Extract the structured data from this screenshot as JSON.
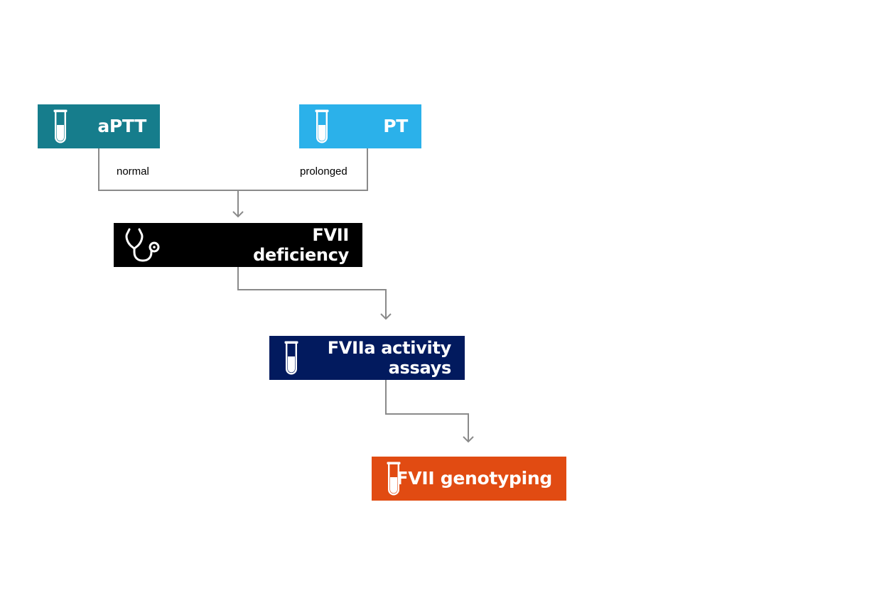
{
  "colors": {
    "aptt": "#167D8C",
    "pt": "#2BB1EA",
    "fvii_deficiency": "#000000",
    "fviia_assays": "#021A5E",
    "genotyping": "#E14B12",
    "connector": "#8A8A8A"
  },
  "nodes": {
    "aptt": {
      "label": "aPTT",
      "icon": "test-tube-icon"
    },
    "pt": {
      "label": "PT",
      "icon": "test-tube-icon"
    },
    "fvii_deficiency": {
      "line1": "FVII",
      "line2": "deficiency",
      "icon": "stethoscope-icon"
    },
    "fviia_assays": {
      "line1": "FVIIa activity",
      "line2": "assays",
      "icon": "test-tube-icon"
    },
    "genotyping": {
      "label": "FVII genotyping",
      "icon": "test-tube-icon"
    }
  },
  "edges": {
    "aptt_label": "normal",
    "pt_label": "prolonged"
  }
}
